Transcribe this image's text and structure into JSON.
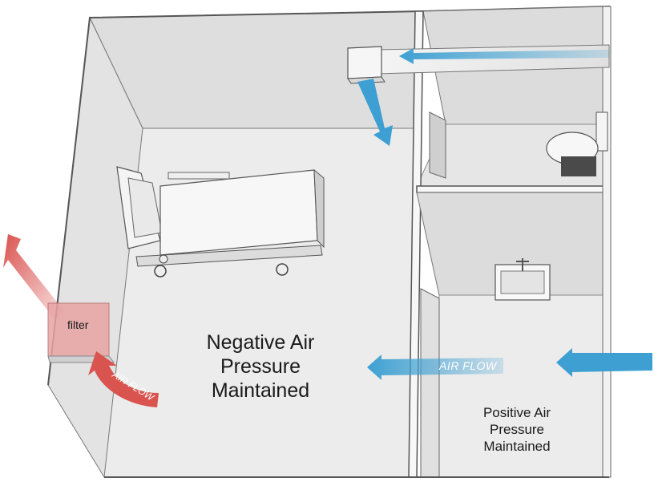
{
  "labels": {
    "negative": [
      "Negative Air",
      "Pressure",
      "Maintained"
    ],
    "positive": [
      "Positive Air",
      "Pressure",
      "Maintained"
    ],
    "filter": "filter",
    "airflow_blue": "AIR FLOW",
    "airflow_red": "AIR FLOW"
  },
  "colors": {
    "wall": "#e9e9e9",
    "floor": "#ededed",
    "wall_top": "#ffffff",
    "outline": "#6b6b6b",
    "blue_arrow": "#3ea0d2",
    "red_arrow": "#d9534f",
    "filter_box": "#e8a3a3"
  },
  "icons": [
    "hospital-bed-icon",
    "toilet-icon",
    "sink-icon",
    "ceiling-vent-icon",
    "air-filter-icon"
  ]
}
